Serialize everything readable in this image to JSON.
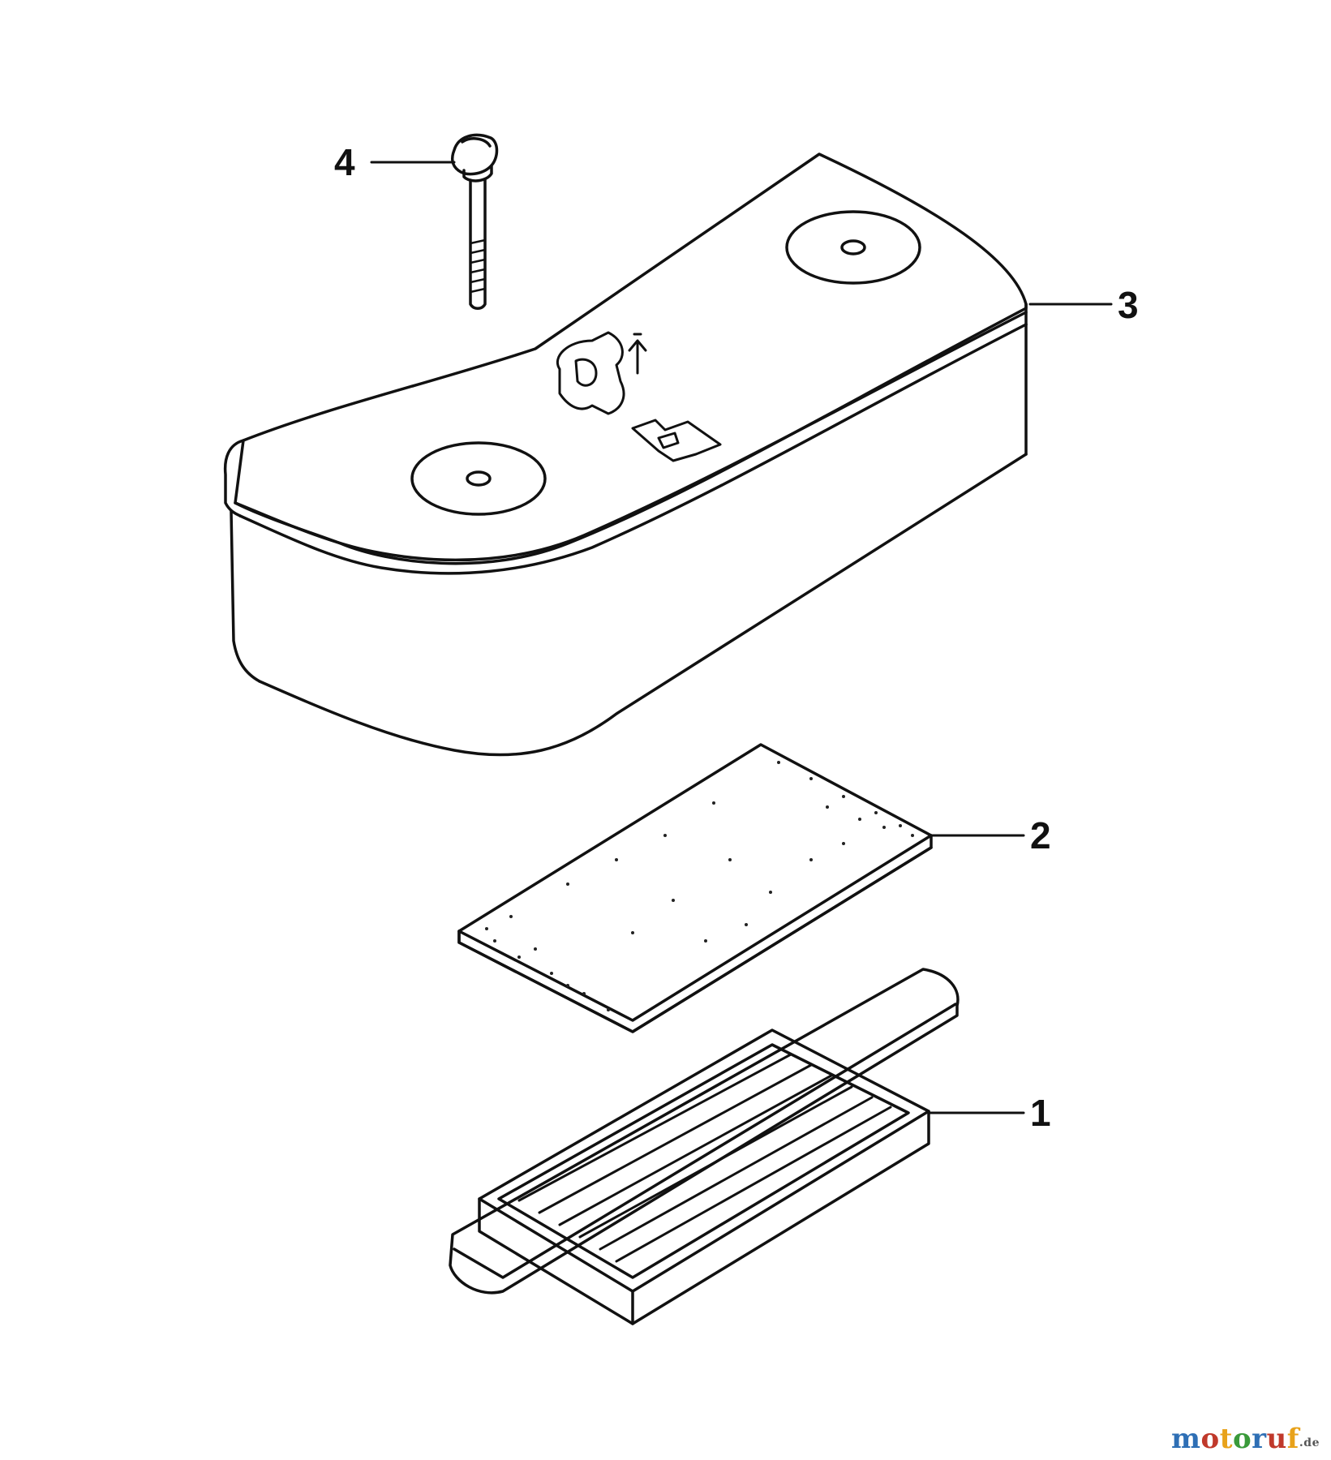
{
  "callouts": {
    "part_1": "1",
    "part_2": "2",
    "part_3": "3",
    "part_4": "4"
  },
  "watermark": {
    "text": "motoruf",
    "suffix": ".de"
  }
}
